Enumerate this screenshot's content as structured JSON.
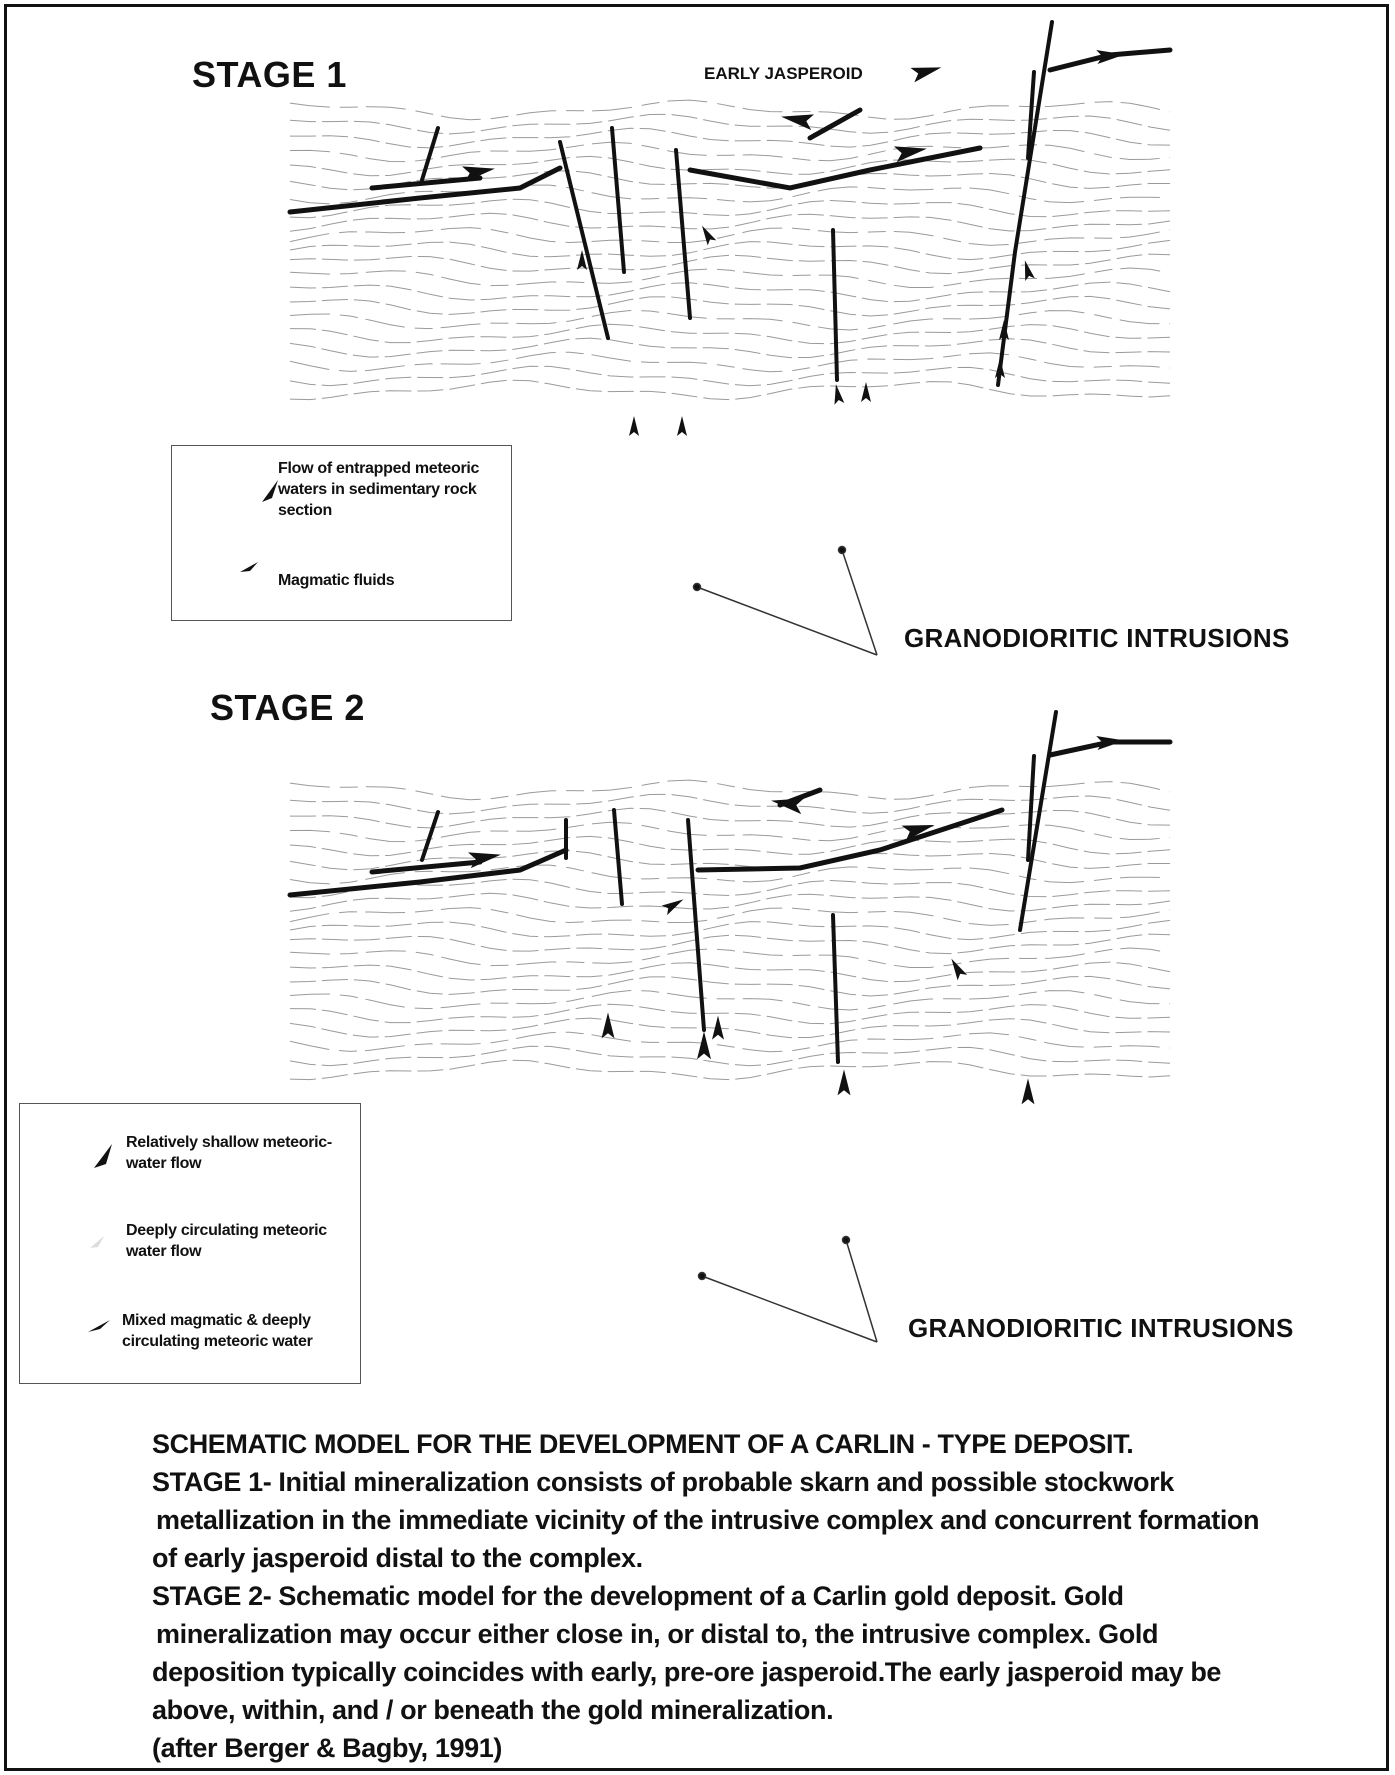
{
  "stage1": {
    "title": "STAGE 1",
    "annotation": "EARLY JASPEROID",
    "intrusions_label": "GRANODIORITIC INTRUSIONS",
    "legend": [
      {
        "symbol": "large-arrow-icon",
        "text": "Flow of entrapped meteoric waters in sedimentary rock section"
      },
      {
        "symbol": "small-arrow-icon",
        "text": "Magmatic fluids"
      }
    ]
  },
  "stage2": {
    "title": "STAGE 2",
    "intrusions_label": "GRANODIORITIC INTRUSIONS",
    "legend": [
      {
        "symbol": "large-arrow-icon",
        "text": "Relatively shallow meteoric-water flow"
      },
      {
        "symbol": "faint-arrow-icon",
        "text": "Deeply circulating meteoric water flow"
      },
      {
        "symbol": "small-arrow-icon",
        "text": "Mixed magmatic & deeply circulating meteoric water"
      }
    ]
  },
  "caption": {
    "title": "SCHEMATIC MODEL FOR THE DEVELOPMENT OF A CARLIN - TYPE DEPOSIT.",
    "stage1_lines": [
      "STAGE 1- Initial mineralization consists of probable skarn and possible stockwork",
      " metallization in the immediate vicinity of the intrusive complex and concurrent formation",
      "of early jasperoid distal to the complex."
    ],
    "stage2_lines": [
      "STAGE 2- Schematic model for the development of a Carlin gold deposit. Gold",
      " mineralization may occur either close in, or distal to, the intrusive complex. Gold",
      "deposition typically coincides with early, pre-ore jasperoid.The early jasperoid may be",
      "above, within, and / or beneath the gold mineralization."
    ],
    "citation": "(after Berger & Bagby, 1991)"
  },
  "colors": {
    "ink": "#111111",
    "strata": "#9a9a9a",
    "faint": "#c8c8c8"
  }
}
